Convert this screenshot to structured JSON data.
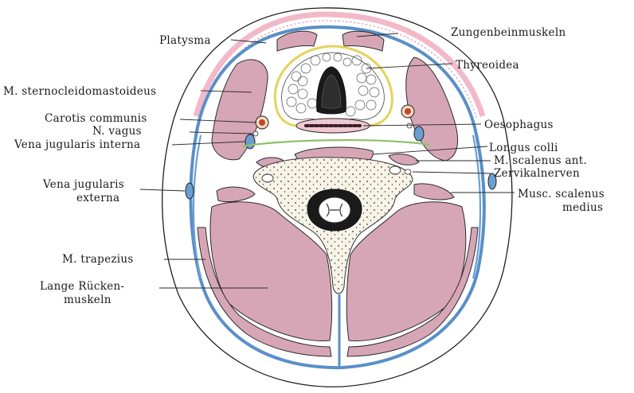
{
  "labels": {
    "platysma": "Platysma",
    "sternocleidomastoideus": "M. sternocleidomastoideus",
    "carotis": "Carotis communis",
    "vagus": "N. vagus",
    "jugularis_interna": "Vena jugularis interna",
    "jugularis_externa_1": "Vena jugularis",
    "jugularis_externa_2": "externa",
    "trapezius": "M. trapezius",
    "ruecken_1": "Lange Rücken-",
    "ruecken_2": "muskeln",
    "zungenbein": "Zungenbeinmuskeln",
    "thyreoidea": "Thyreoidea",
    "oesophagus": "Oesophagus",
    "longus": "Longus colli",
    "scalenus_ant": "M. scalenus ant.",
    "zervikal": "Zervikalnerven",
    "scalenus_med_1": "Musc. scalenus",
    "scalenus_med_2": "medius"
  },
  "colors": {
    "muscle": "#d7a6b6",
    "fascia": "#5a8fc8",
    "thyroid_capsule": "#e6d25a",
    "skin_layer": "#f2b9c8",
    "vessel_red": "#c8442e",
    "bone": "#f7f3e6"
  }
}
